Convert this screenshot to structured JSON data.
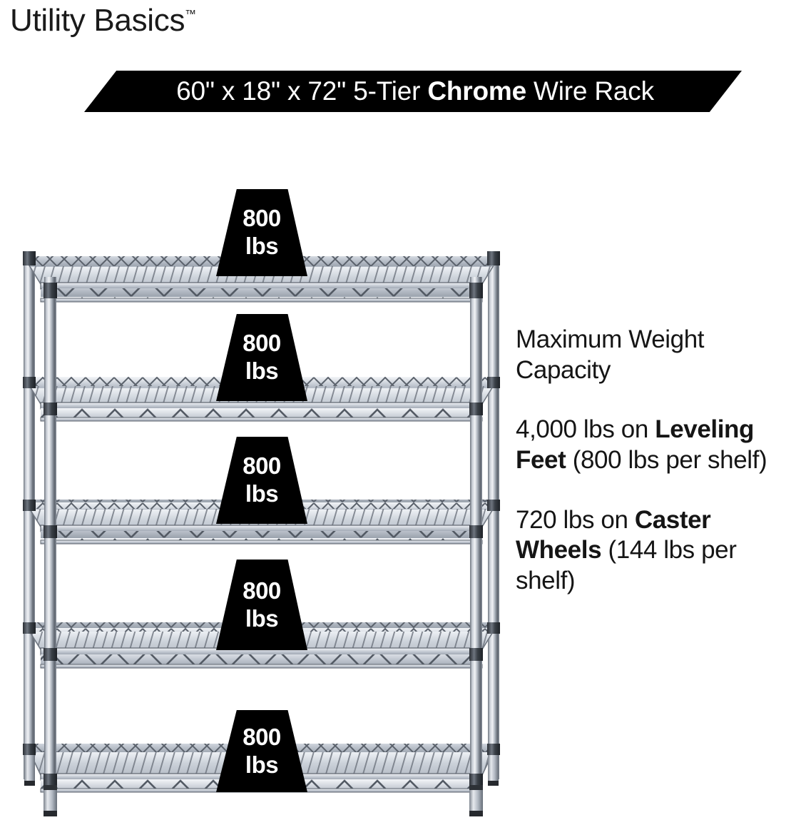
{
  "brand": {
    "name": "Utility Basics",
    "trademark": "™"
  },
  "banner": {
    "dimensions": "60\" x 18\" x 72\"",
    "tier": "5-Tier",
    "material": "Chrome",
    "product": "Wire Rack",
    "full_text": "60\" x 18\" x 72\" 5-Tier Chrome Wire Rack",
    "background_color": "#000000",
    "text_color": "#ffffff"
  },
  "callouts": [
    {
      "value": "800",
      "unit": "lbs"
    },
    {
      "value": "800",
      "unit": "lbs"
    },
    {
      "value": "800",
      "unit": "lbs"
    },
    {
      "value": "800",
      "unit": "lbs"
    },
    {
      "value": "800",
      "unit": "lbs"
    }
  ],
  "copy": {
    "heading_line1": "Maximum Weight",
    "heading_line2": "Capacity",
    "leveling": {
      "total": "4,000 lbs on ",
      "emphasis": "Leveling Feet",
      "detail": " (800 lbs per shelf)"
    },
    "caster": {
      "total": "720 lbs on ",
      "emphasis": "Caster Wheels",
      "detail": " (144 lbs per shelf)"
    }
  },
  "product": {
    "shelf_count": 5,
    "chrome_light": "#dfe3e9",
    "chrome_mid": "#b9bfc9",
    "chrome_dark": "#4d545e",
    "accent_black": "#000000"
  }
}
